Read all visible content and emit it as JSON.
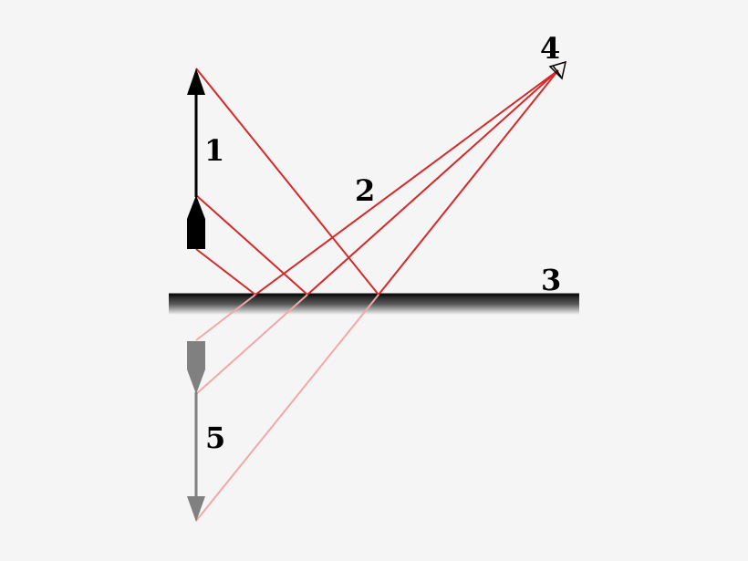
{
  "labels": {
    "object": "1",
    "rays": "2",
    "mirror": "3",
    "eye": "4",
    "image": "5"
  },
  "colors": {
    "background": "#f5f5f5",
    "ray": "#d42a2a",
    "virtual_ray": "#f2a8a8",
    "object": "#000000",
    "image": "#808080",
    "mirror": "#111111"
  },
  "icons": {
    "eye": "eye-icon"
  }
}
